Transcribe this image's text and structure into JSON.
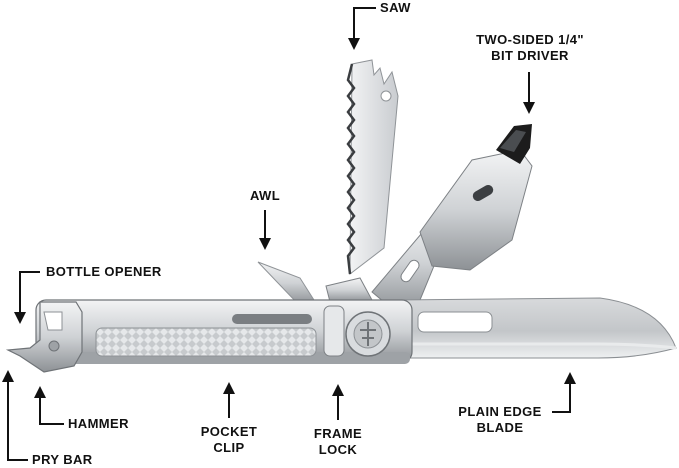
{
  "diagram": {
    "labels": {
      "saw": "SAW",
      "bit_driver_line1": "TWO-SIDED 1/4\"",
      "bit_driver_line2": "BIT DRIVER",
      "awl": "AWL",
      "bottle_opener": "BOTTLE OPENER",
      "hammer": "HAMMER",
      "pry_bar": "PRY BAR",
      "pocket_clip_line1": "POCKET",
      "pocket_clip_line2": "CLIP",
      "frame_lock_line1": "FRAME",
      "frame_lock_line2": "LOCK",
      "blade_line1": "PLAIN EDGE",
      "blade_line2": "BLADE"
    },
    "colors": {
      "arrow": "#111111",
      "steel_light": "#e4e6e8",
      "steel_mid": "#b9bdc1",
      "steel_dark": "#6f7377",
      "bit_black": "#1c1c1c"
    }
  }
}
